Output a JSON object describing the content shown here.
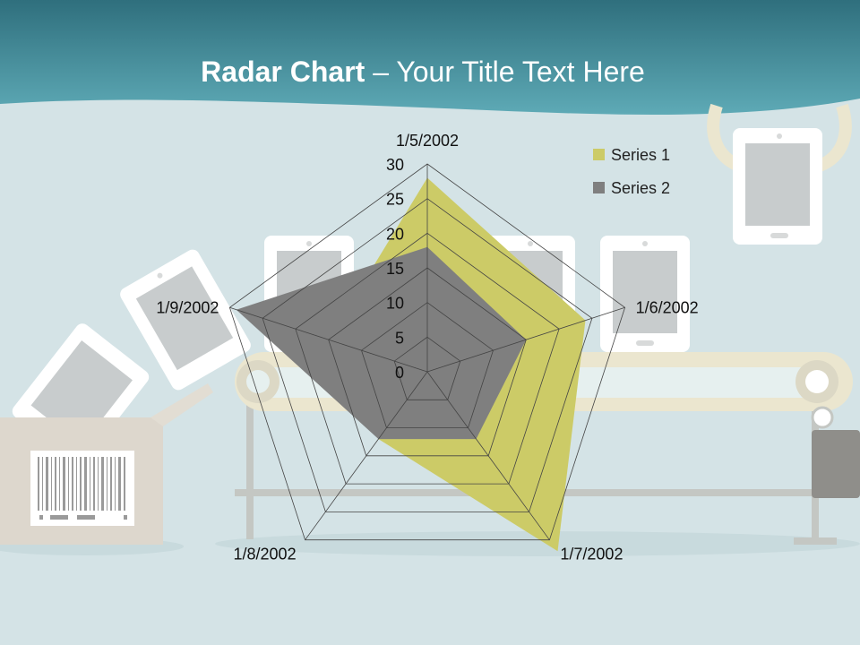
{
  "slide": {
    "title_bold": "Radar Chart",
    "title_rest": " – Your Title Text Here"
  },
  "colors": {
    "background": "#d4e3e6",
    "banner": "#4b9aa8",
    "series1": "#cccb67",
    "series2": "#7f7f7f"
  },
  "chart_data": {
    "type": "radar",
    "categories": [
      "1/5/2002",
      "1/6/2002",
      "1/7/2002",
      "1/8/2002",
      "1/9/2002"
    ],
    "series": [
      {
        "name": "Series 1",
        "values": [
          28,
          24,
          32,
          12,
          15
        ]
      },
      {
        "name": "Series 2",
        "values": [
          18,
          15,
          12,
          12,
          29
        ]
      }
    ],
    "radial_ticks": [
      "0",
      "5",
      "10",
      "15",
      "20",
      "25",
      "30"
    ],
    "rlim": [
      0,
      30
    ],
    "legend_position": "top-right",
    "grid": true
  }
}
